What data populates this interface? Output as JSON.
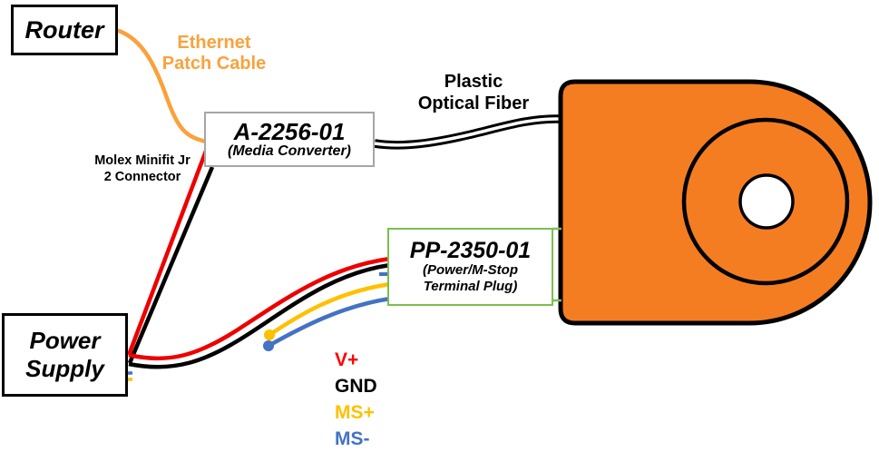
{
  "diagram": {
    "router": {
      "label": "Router"
    },
    "media_converter": {
      "title": "A-2256-01",
      "subtitle": "(Media Converter)"
    },
    "terminal_plug": {
      "title": "PP-2350-01",
      "subtitle_line1": "(Power/M-Stop",
      "subtitle_line2": "Terminal Plug)"
    },
    "power_supply": {
      "label_line1": "Power",
      "label_line2": "Supply"
    },
    "labels": {
      "ethernet_line1": "Ethernet",
      "ethernet_line2": "Patch Cable",
      "molex_line1": "Molex Minifit Jr",
      "molex_line2": "2 Connector",
      "fiber_line1": "Plastic",
      "fiber_line2": "Optical Fiber"
    },
    "legend": [
      {
        "label": "V+",
        "color": "#FF0000"
      },
      {
        "label": "GND",
        "color": "#000000"
      },
      {
        "label": "MS+",
        "color": "#FFC000"
      },
      {
        "label": "MS-",
        "color": "#4472C4"
      }
    ],
    "wires": [
      {
        "name": "ethernet-patch-cable",
        "color": "#F9A23C"
      },
      {
        "name": "v-plus",
        "color": "#EE0000"
      },
      {
        "name": "gnd",
        "color": "#000000"
      },
      {
        "name": "ms-plus",
        "color": "#FFC000"
      },
      {
        "name": "ms-minus",
        "color": "#4472C4"
      },
      {
        "name": "plastic-optical-fiber",
        "color": "#000000"
      }
    ],
    "colors": {
      "device_orange": "#F57D21",
      "cable_orange": "#F9A23C",
      "plug_border_green": "#7CBE50",
      "converter_border_gray": "#A6A6A6"
    }
  }
}
